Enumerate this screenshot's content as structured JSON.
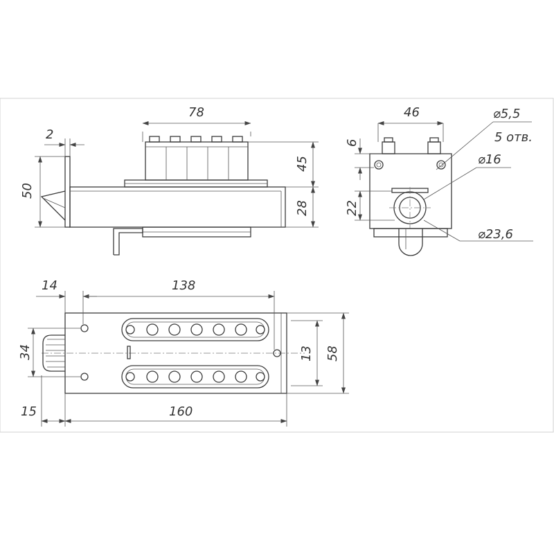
{
  "dims": {
    "front_width": "78",
    "front_gap": "2",
    "front_plate": "50",
    "front_top_height": "45",
    "front_body_height": "28",
    "side_width": "46",
    "side_pin": "6",
    "side_hole": "⌀5,5",
    "side_holes_count": "5 отв.",
    "side_bore": "⌀16",
    "side_height": "22",
    "side_outer": "⌀23,6",
    "plan_offset": "14",
    "plan_length": "138",
    "plan_width": "34",
    "plan_cyl": "15",
    "plan_total": "160",
    "plan_slot": "13",
    "plan_depth": "58"
  }
}
